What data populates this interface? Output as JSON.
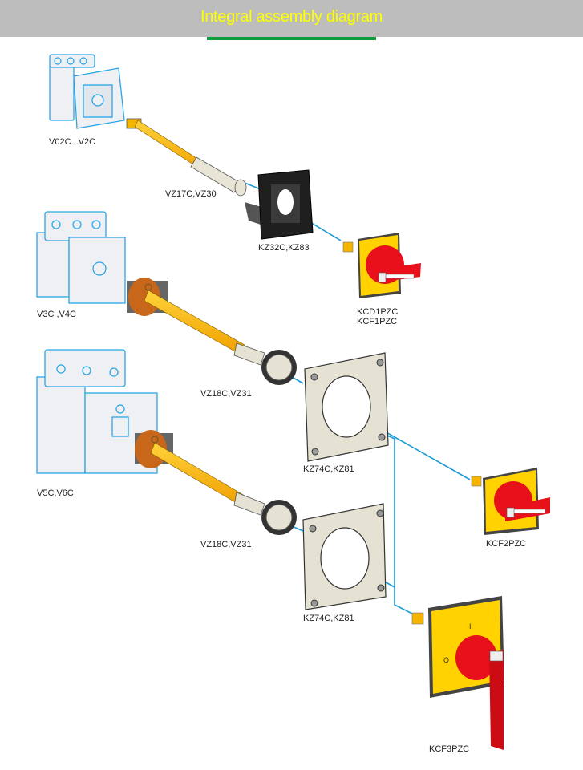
{
  "header": {
    "title": "Integral assembly diagram",
    "title_color": "#ffff00",
    "background_color": "#bdbdbd",
    "underline_color": "#119a3a"
  },
  "diagram": {
    "connector_color": "#1a9ad6",
    "components": [
      {
        "id": "switch-small",
        "label": "V02C...V2C",
        "type": "switch-disconnector"
      },
      {
        "id": "shaft-short",
        "label": "VZ17C,VZ30",
        "type": "extension-shaft"
      },
      {
        "id": "adapter-black",
        "label": "KZ32C,KZ83",
        "type": "door-adapter-frame"
      },
      {
        "id": "handle-1",
        "label_lines": [
          "KCD1PZC",
          "KCF1PZC"
        ],
        "type": "red-yellow-handle"
      },
      {
        "id": "switch-medium",
        "label": "V3C ,V4C",
        "type": "switch-disconnector"
      },
      {
        "id": "shaft-medium",
        "label": "VZ18C,VZ31",
        "type": "extension-shaft"
      },
      {
        "id": "frame-1",
        "label": "KZ74C,KZ81",
        "type": "adapter-plate"
      },
      {
        "id": "handle-2",
        "label": "KCF2PZC",
        "type": "red-yellow-handle"
      },
      {
        "id": "switch-large",
        "label": "V5C,V6C",
        "type": "switch-disconnector"
      },
      {
        "id": "shaft-large",
        "label": "VZ18C,VZ31",
        "type": "extension-shaft"
      },
      {
        "id": "frame-2",
        "label": "KZ74C,KZ81",
        "type": "adapter-plate"
      },
      {
        "id": "handle-3",
        "label": "KCF3PZC",
        "type": "red-yellow-long-handle",
        "marks": [
          "I",
          "O"
        ]
      }
    ]
  }
}
